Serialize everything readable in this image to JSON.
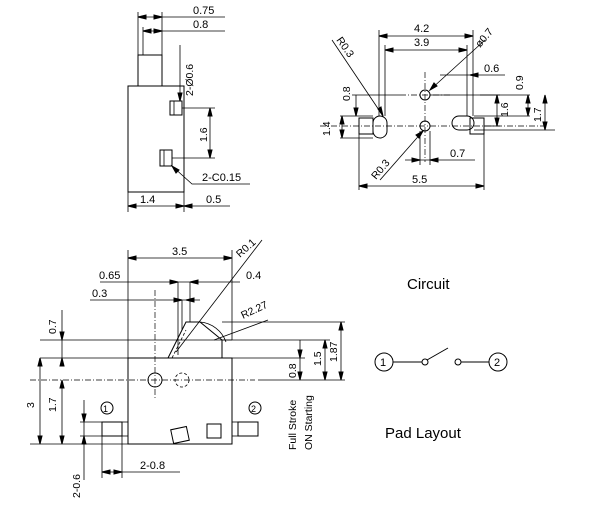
{
  "side_view": {
    "dims": {
      "d075": "0.75",
      "d08_top": "0.8",
      "d2_phi06": "2-Ø0.6",
      "d16": "1.6",
      "d2c015": "2-C0.15",
      "d14": "1.4",
      "d05": "0.5"
    }
  },
  "top_right_view": {
    "dims": {
      "d42": "4.2",
      "d39": "3.9",
      "phi07": "ø0.7",
      "r03_top": "R0.3",
      "d06": "0.6",
      "d09": "0.9",
      "d08": "0.8",
      "d14": "1.4",
      "d16": "1.6",
      "d17": "1.7",
      "r03_bottom": "R0.3",
      "d07": "0.7",
      "d55": "5.5"
    }
  },
  "front_view": {
    "dims": {
      "d35": "3.5",
      "r01": "R0.1",
      "d065": "0.65",
      "d04": "0.4",
      "d03": "0.3",
      "r227": "R2.27",
      "d07": "0.7",
      "d08": "0.8",
      "d15": "1.5",
      "d187": "1.87",
      "d3": "3",
      "d17": "1.7",
      "d2_08": "2-0.8",
      "d2_06": "2-0.6",
      "full_stroke": "Full Stroke",
      "on_starting": "ON Starting",
      "pin1": "1",
      "pin2": "2"
    }
  },
  "circuit": {
    "title": "Circuit",
    "pin1": "1",
    "pin2": "2"
  },
  "pad_layout": {
    "title": "Pad Layout"
  }
}
